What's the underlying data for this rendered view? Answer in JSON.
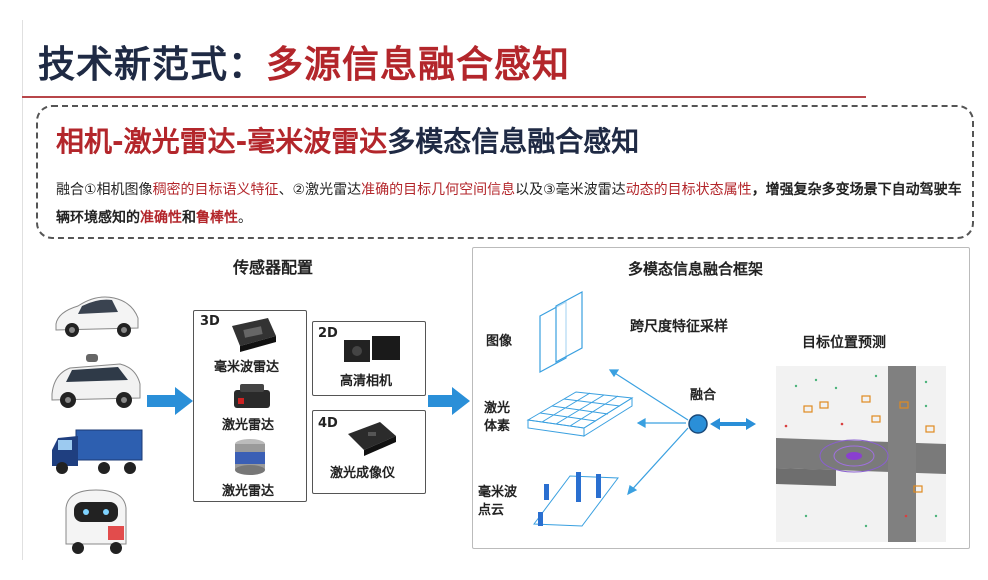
{
  "title": {
    "prefix": "技术新范式：",
    "highlight": "多源信息融合感知"
  },
  "subtitle": {
    "p1": "相机",
    "sep1": "-",
    "p2": "激光雷达",
    "sep2": "-",
    "p3": "毫米波雷达",
    "p4": "多模态信息融合感知"
  },
  "description": {
    "s1": "融合①相机图像",
    "s2": "稠密的目标语义特征",
    "s3": "、②激光雷达",
    "s4": "准确的目标几何空间信息",
    "s5": "以及③毫米波雷达",
    "s6": "动态的目标状态属性",
    "s7": "，增强复杂多变场景下自动驾驶车辆环境感知的",
    "s8": "准确性",
    "s9": "和",
    "s10": "鲁棒性",
    "s11": "。"
  },
  "sensor_config": {
    "title": "传感器配置",
    "box3d": {
      "dim": "3D",
      "items": [
        "毫米波雷达",
        "激光雷达",
        "激光雷达"
      ]
    },
    "box2d": {
      "dim": "2D",
      "item": "高清相机"
    },
    "box4d": {
      "dim": "4D",
      "item": "激光成像仪"
    }
  },
  "framework": {
    "title": "多模态信息融合框架",
    "image_label": "图像",
    "voxel_label": "激光\n体素",
    "radar_label": "毫米波\n点云",
    "sampling_label": "跨尺度特征采样",
    "fusion_label": "融合",
    "prediction_label": "目标位置预测"
  },
  "colors": {
    "accent_red": "#b3262b",
    "navy": "#1f2a44",
    "arrow_blue": "#2a8fd8",
    "line_blue": "#3aa0e0"
  }
}
